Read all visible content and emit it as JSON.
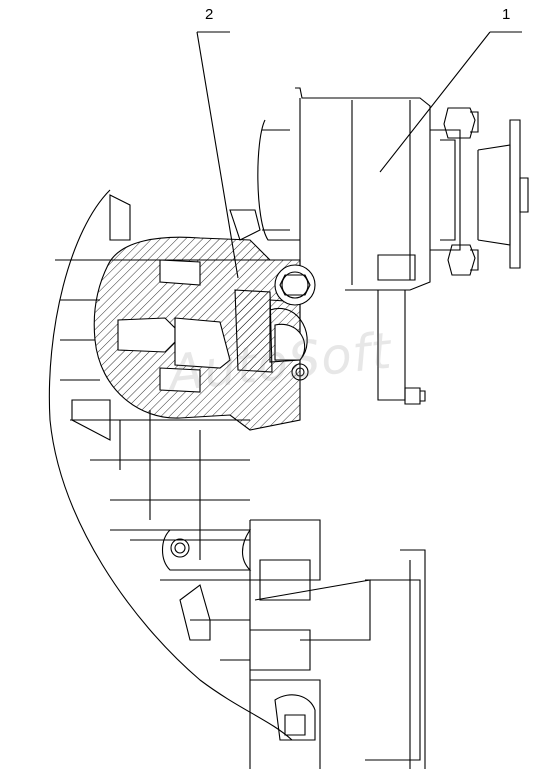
{
  "callouts": [
    {
      "id": "1",
      "label": "1"
    },
    {
      "id": "2",
      "label": "2"
    }
  ],
  "watermark": "AutoSoft",
  "colors": {
    "line": "#000000",
    "background": "#ffffff",
    "watermark": "#9a9a9a"
  }
}
